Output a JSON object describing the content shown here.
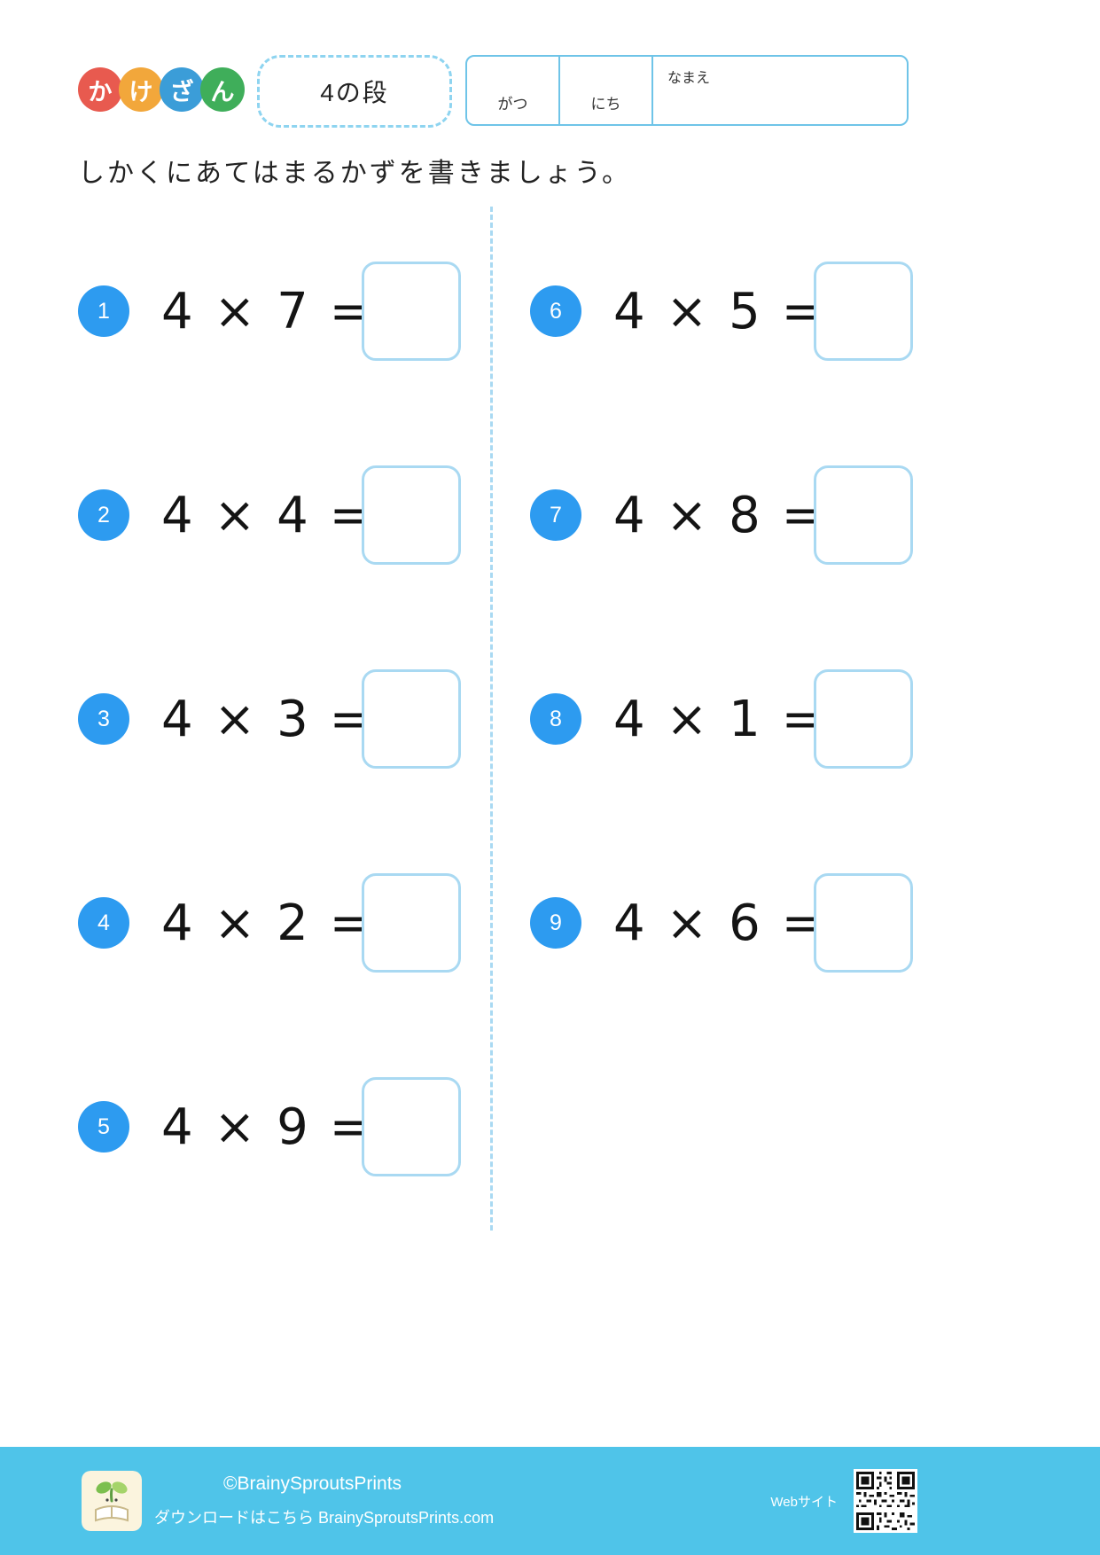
{
  "header": {
    "logo": {
      "name": "かけざん",
      "chars": [
        {
          "char": "か",
          "color": "#E85A4F"
        },
        {
          "char": "け",
          "color": "#F2A73B"
        },
        {
          "char": "ざ",
          "color": "#3B9DD8"
        },
        {
          "char": "ん",
          "color": "#3FAE5A"
        }
      ]
    },
    "title": "4の段",
    "date_name_box": {
      "month_label": "がつ",
      "day_label": "にち",
      "name_label": "なまえ"
    }
  },
  "instruction": "しかくにあてはまるかずを書きましょう。",
  "problems": [
    {
      "number": "1",
      "expression": "4 × 7 ="
    },
    {
      "number": "2",
      "expression": "4 × 4 ="
    },
    {
      "number": "3",
      "expression": "4 × 3 ="
    },
    {
      "number": "4",
      "expression": "4 × 2 ="
    },
    {
      "number": "5",
      "expression": "4 × 9 ="
    },
    {
      "number": "6",
      "expression": "4 × 5 ="
    },
    {
      "number": "7",
      "expression": "4 × 8 ="
    },
    {
      "number": "8",
      "expression": "4 × 1 ="
    },
    {
      "number": "9",
      "expression": "4 × 6 ="
    }
  ],
  "footer": {
    "copyright": "©BrainySproutsPrints",
    "download_text": "ダウンロードはこちら BrainySproutsPrints.com",
    "website_label": "Webサイト"
  },
  "colors": {
    "problem_badge_blue": "#2D9BF0",
    "answer_box_border": "#A9D9F2",
    "footer_blue": "#4FC4E9",
    "box_border_blue": "#6FC4E8",
    "dashed_border_blue": "#8ED4F0"
  }
}
